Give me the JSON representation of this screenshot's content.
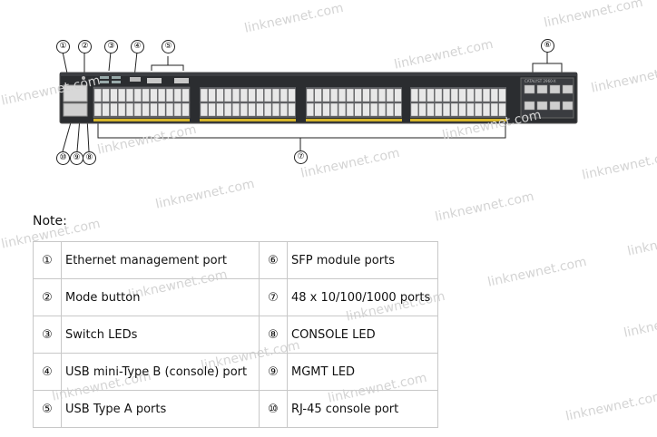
{
  "watermark_text": "linknewnet.com",
  "device_label": "CATALYST 2960-X",
  "callouts": {
    "c1": "①",
    "c2": "②",
    "c3": "③",
    "c4": "④",
    "c5": "⑤",
    "c6": "⑥",
    "c7": "⑦",
    "c8": "⑧",
    "c9": "⑨",
    "c10": "⑩"
  },
  "note_label": "Note:",
  "legend": {
    "rows": [
      {
        "left_num": "①",
        "left_text": "Ethernet management port",
        "right_num": "⑥",
        "right_text": "SFP module ports"
      },
      {
        "left_num": "②",
        "left_text": "Mode button",
        "right_num": "⑦",
        "right_text": "48 x 10/100/1000 ports"
      },
      {
        "left_num": "③",
        "left_text": "Switch LEDs",
        "right_num": "⑧",
        "right_text": "CONSOLE LED"
      },
      {
        "left_num": "④",
        "left_text": "USB mini-Type B (console) port",
        "right_num": "⑨",
        "right_text": "MGMT LED"
      },
      {
        "left_num": "⑤",
        "left_text": "USB Type A ports",
        "right_num": "⑩",
        "right_text": "RJ-45 console port"
      }
    ]
  },
  "colors": {
    "chassis": "#2b2d30",
    "port": "#e8e8e8",
    "led_strip": "#d6b52a"
  }
}
